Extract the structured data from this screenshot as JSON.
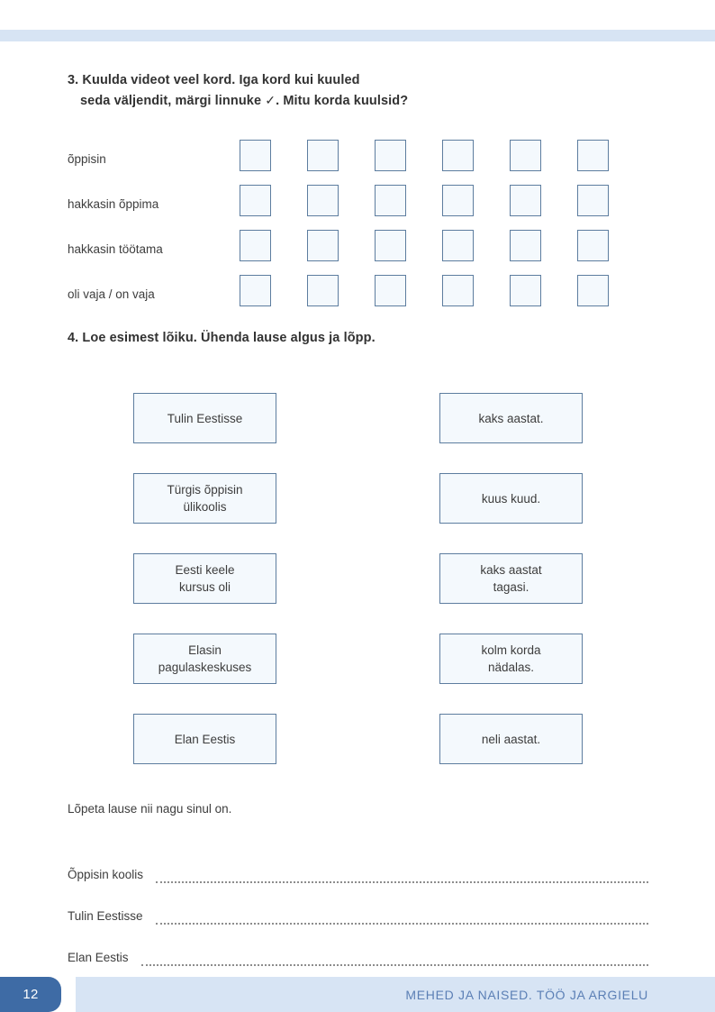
{
  "page": {
    "number": "12",
    "footer_title": "MEHED JA NAISED. TÖÖ JA ARGIELU",
    "accent_dark": "#3e6ba5",
    "accent_light": "#d7e4f4",
    "box_border": "#5d7d9f",
    "box_fill": "#f4f9fd",
    "footer_text_color": "#5b7fb5"
  },
  "exercise3": {
    "heading_line1": "3. Kuulda videot veel kord. Iga kord kui kuuled",
    "heading_line2_a": "seda väljendit, märgi linnuke ",
    "heading_check": "✓",
    "heading_line2_b": ". Mitu korda kuulsid?",
    "columns": 6,
    "rows": [
      {
        "label": "õppisin"
      },
      {
        "label": "hakkasin õppima"
      },
      {
        "label": "hakkasin töötama"
      },
      {
        "label": "oli vaja / on vaja"
      }
    ]
  },
  "exercise4": {
    "heading": "4. Loe esimest lõiku. Ühenda lause algus ja lõpp.",
    "pairs": [
      {
        "left": "Tulin Eestisse",
        "right": "kaks aastat."
      },
      {
        "left": "Türgis õppisin\nülikoolis",
        "right": "kuus kuud."
      },
      {
        "left": "Eesti keele\nkursus oli",
        "right": "kaks aastat\ntagasi."
      },
      {
        "left": "Elasin\npagulaskeskuses",
        "right": "kolm korda\nnädalas."
      },
      {
        "left": "Elan Eestis",
        "right": "neli aastat."
      }
    ],
    "complete_intro": "Lõpeta lause nii nagu sinul on.",
    "sentences": [
      {
        "stem": "Õppisin koolis"
      },
      {
        "stem": "Tulin Eestisse"
      },
      {
        "stem": "Elan Eestis"
      }
    ]
  }
}
